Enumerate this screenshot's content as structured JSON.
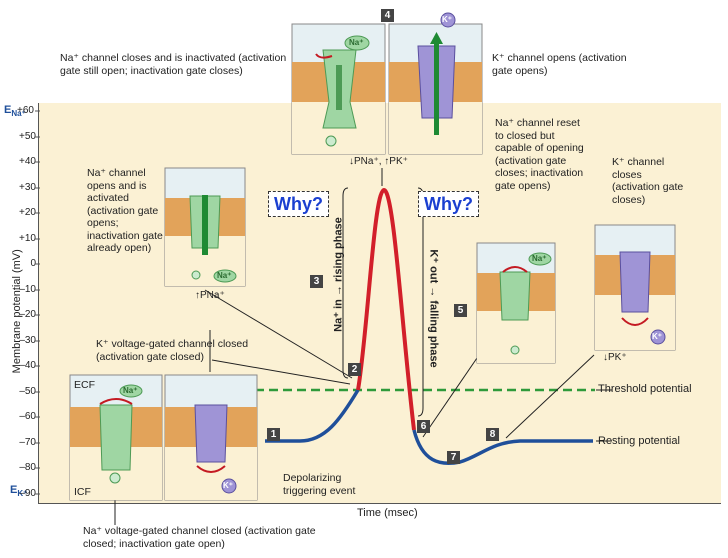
{
  "axis": {
    "ylabel": "Membrane potential (mV)",
    "xlabel": "Time (msec)",
    "e_na_label": "E",
    "e_na_sub": "Na⁺",
    "e_k_label": "E",
    "e_k_sub": "K⁺",
    "ticks": [
      "+60",
      "+50",
      "+40",
      "+30",
      "+20",
      "+10",
      "0",
      "–10",
      "–20",
      "–30",
      "–40",
      "–50",
      "–60",
      "–70",
      "–80",
      "–90"
    ]
  },
  "lines": {
    "threshold": "Threshold potential",
    "resting": "Resting potential"
  },
  "labels": {
    "na_closes_inactivated": "Na⁺ channel closes and is inactivated (activation gate still open; inactivation gate closes)",
    "k_opens": "K⁺ channel opens (activation gate opens)",
    "na_opens": "Na⁺ channel opens and is activated (activation gate opens; inactivation gate already open)",
    "na_reset": "Na⁺ channel reset to closed but capable of opening (activation gate closes; inactivation gate opens)",
    "k_closes": "K⁺ channel closes (activation gate closes)",
    "k_vg_closed": "K⁺ voltage-gated channel closed (activation gate closed)",
    "na_vg_closed": "Na⁺ voltage-gated channel closed (activation gate closed; inactivation gate open)",
    "depolarizing": "Depolarizing triggering event",
    "rising": "Na⁺ in → rising phase",
    "falling": "K⁺ out → falling phase",
    "p_na_p_k": "↓PNa⁺, ↑PK⁺",
    "p_na_up": "↑PNa⁺",
    "p_k_down": "↓PK⁺",
    "ecf": "ECF",
    "icf": "ICF",
    "na_ion": "Na⁺",
    "k_ion": "K⁺"
  },
  "why_left": "Why?",
  "why_right": "Why?",
  "steps": [
    "1",
    "2",
    "3",
    "4",
    "5",
    "6",
    "7",
    "8"
  ],
  "colors": {
    "blue_curve": "#1f4f9a",
    "red_curve": "#d21f2a",
    "threshold": "#2e9a3a",
    "na_channel": "#9fd6a3",
    "k_channel": "#9f94d6",
    "membrane": "#e2a35a",
    "plot_bg": "#fbf1d4",
    "why_text": "#1a3fd0"
  }
}
